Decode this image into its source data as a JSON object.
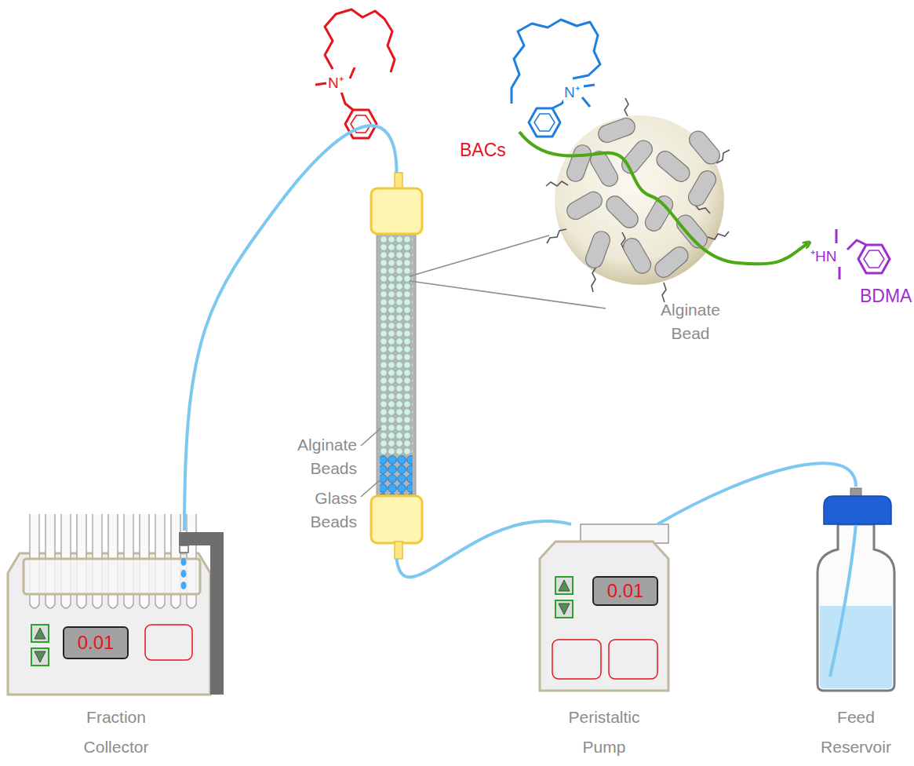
{
  "diagram": {
    "nodes": [
      {
        "text": [
          "Alginate Beads",
          "Glass Beads"
        ]
      },
      {
        "text": [
          "Alginate Bead"
        ]
      },
      {
        "text": [
          "0.01",
          "Fraction Collector"
        ]
      },
      {
        "text": [
          "0.01",
          "Peristaltic Pump"
        ]
      },
      {
        "text": [
          "Feed Reservoir"
        ]
      }
    ],
    "edges": [
      {
        "from": 4,
        "to": 3,
        "arrow": "none"
      },
      {
        "from": 3,
        "to": 0,
        "arrow": "none"
      },
      {
        "from": 0,
        "to": 2,
        "arrow": "none"
      }
    ],
    "labels": [
      "N⁺",
      "N⁺",
      "BACs",
      "⁺HN",
      "BDMA"
    ]
  }
}
